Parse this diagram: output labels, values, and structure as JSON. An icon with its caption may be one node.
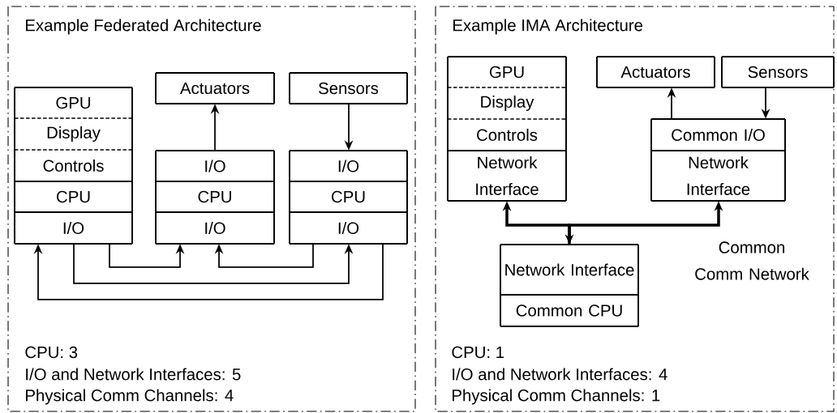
{
  "diagram": {
    "nodes": [
      {
        "text": [
          "Example Federated Architecture"
        ]
      },
      {
        "text": [
          "GPU"
        ],
        "in": 0
      },
      {
        "text": [
          "Display"
        ],
        "in": 0
      },
      {
        "text": [
          "Controls"
        ],
        "in": 0
      },
      {
        "text": [
          "CPU"
        ],
        "in": 0
      },
      {
        "text": [
          "I/O"
        ],
        "in": 0
      },
      {
        "text": [
          "Actuators"
        ],
        "in": 0
      },
      {
        "text": [
          "Sensors"
        ],
        "in": 0
      },
      {
        "text": [
          "I/O"
        ],
        "in": 0
      },
      {
        "text": [
          "CPU"
        ],
        "in": 0
      },
      {
        "text": [
          "I/O"
        ],
        "in": 0
      },
      {
        "text": [
          "I/O"
        ],
        "in": 0
      },
      {
        "text": [
          "CPU"
        ],
        "in": 0
      },
      {
        "text": [
          "I/O"
        ],
        "in": 0
      },
      {
        "text": [
          "Example IMA Architecture"
        ]
      },
      {
        "text": [
          "GPU"
        ],
        "in": 14
      },
      {
        "text": [
          "Display"
        ],
        "in": 14
      },
      {
        "text": [
          "Controls"
        ],
        "in": 14
      },
      {
        "text": [
          "Network Interface"
        ],
        "in": 14
      },
      {
        "text": [
          "Actuators"
        ],
        "in": 14
      },
      {
        "text": [
          "Sensors"
        ],
        "in": 14
      },
      {
        "text": [
          "Common I/O"
        ],
        "in": 14
      },
      {
        "text": [
          "Network Interface"
        ],
        "in": 14
      },
      {
        "text": [
          "Network Interface"
        ],
        "in": 14
      },
      {
        "text": [
          "Common CPU"
        ],
        "in": 14
      }
    ],
    "edges": [
      {
        "from": 8,
        "to": 6,
        "arrow": "to"
      },
      {
        "from": 7,
        "to": 11,
        "arrow": "to"
      },
      {
        "from": 5,
        "to": 10,
        "arrow": "to"
      },
      {
        "from": 13,
        "to": 10,
        "arrow": "to"
      },
      {
        "from": 5,
        "to": 13,
        "arrow": "to"
      },
      {
        "from": 13,
        "to": 5,
        "arrow": "to"
      },
      {
        "from": 21,
        "to": 19,
        "arrow": "to"
      },
      {
        "from": 20,
        "to": 21,
        "arrow": "to"
      },
      {
        "from": 23,
        "to": 18,
        "arrow": "both",
        "style": "thick"
      },
      {
        "from": 23,
        "to": 22,
        "arrow": "to",
        "style": "thick"
      }
    ],
    "labels": [
      "CPU: 3",
      "I/O and Network Interfaces: 5",
      "Physical Comm Channels: 4",
      "Common Comm Network",
      "CPU: 1",
      "I/O and Network Interfaces: 4",
      "Physical Comm Channels: 1"
    ]
  }
}
